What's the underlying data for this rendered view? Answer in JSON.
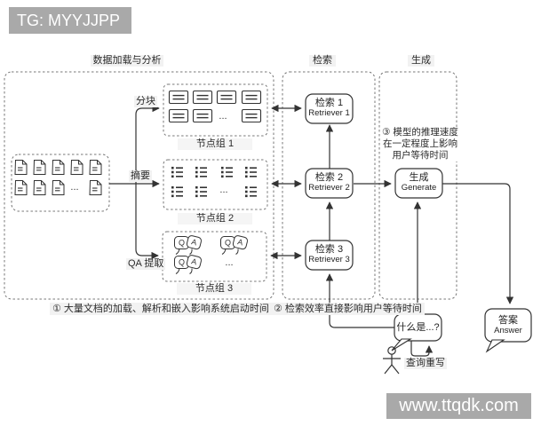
{
  "watermarks": {
    "top": "TG: MYYJJPP",
    "bottom": "www.ttqdk.com"
  },
  "sections": {
    "loading": "数据加载与分析",
    "retrieval": "检索",
    "generation": "生成"
  },
  "branches": {
    "chunk": "分块",
    "summary": "摘要",
    "qa_extract": "QA 提取"
  },
  "groups": {
    "g1": "节点组 1",
    "g2": "节点组 2",
    "g3": "节点组 3"
  },
  "nodes": {
    "retriever1": {
      "zh": "检索 1",
      "en": "Retriever 1"
    },
    "retriever2": {
      "zh": "检索 2",
      "en": "Retriever 2"
    },
    "retriever3": {
      "zh": "检索 3",
      "en": "Retriever 3"
    },
    "generate": {
      "zh": "生成",
      "en": "Generate"
    },
    "query": "什么是...?",
    "answer": {
      "zh": "答案",
      "en": "Answer"
    },
    "query_rewrite": "查询重写"
  },
  "notes": {
    "n1": "① 大量文档的加载、解析和嵌入影响系统启动时间",
    "n2": "② 检索效率直接影响用户等待时间",
    "n3": "③ 模型的推理速度在一定程度上影响用户等待时间"
  },
  "icons": {
    "q": "Q",
    "a": "A"
  },
  "misc": {
    "ellipsis": "..."
  },
  "colors": {
    "background": "#ffffff",
    "line": "#333333",
    "dotted_border": "#777777",
    "watermark_bg": "#a9a9a9",
    "watermark_text": "#ffffff",
    "label_bg": "#f2f2f2"
  }
}
